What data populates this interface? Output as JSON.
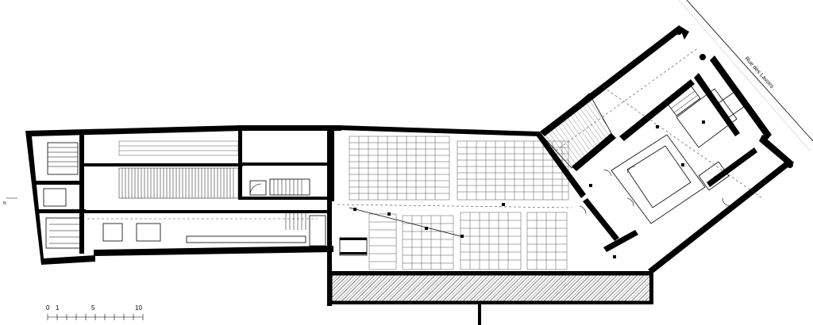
{
  "plan": {
    "street_label": "Rue des Lavoirs",
    "north_marker": "N",
    "scale_bar": {
      "labels": [
        "0",
        "1",
        "5",
        "10"
      ]
    }
  }
}
